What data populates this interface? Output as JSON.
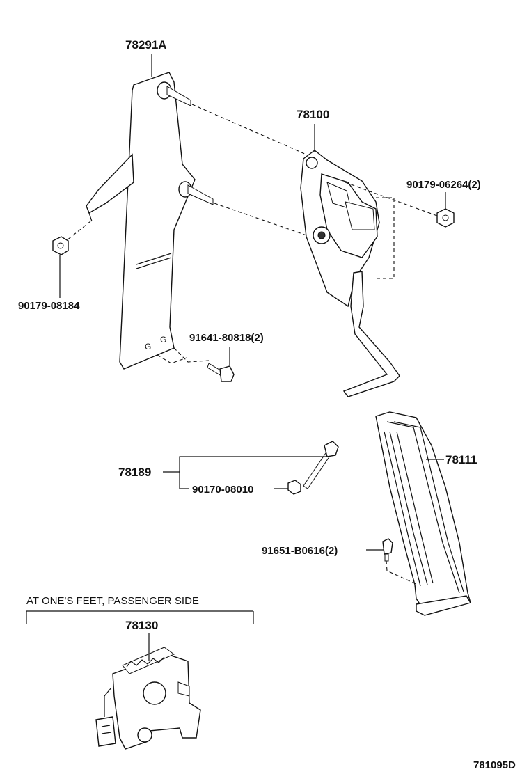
{
  "parts": {
    "bracket": "78291A",
    "pedal_sensor": "78100",
    "nut_right": "90179-06264(2)",
    "nut_left": "90179-08184",
    "bolt_bracket": "91641-80818(2)",
    "stopper_assy": "78189",
    "stopper_nut": "90170-08010",
    "pedal_pad": "78111",
    "pad_bolt": "91651-B0616(2)",
    "passenger_unit": "78130"
  },
  "section": {
    "title": "AT ONE'S FEET, PASSENGER SIDE"
  },
  "diagram_code": "781095D"
}
